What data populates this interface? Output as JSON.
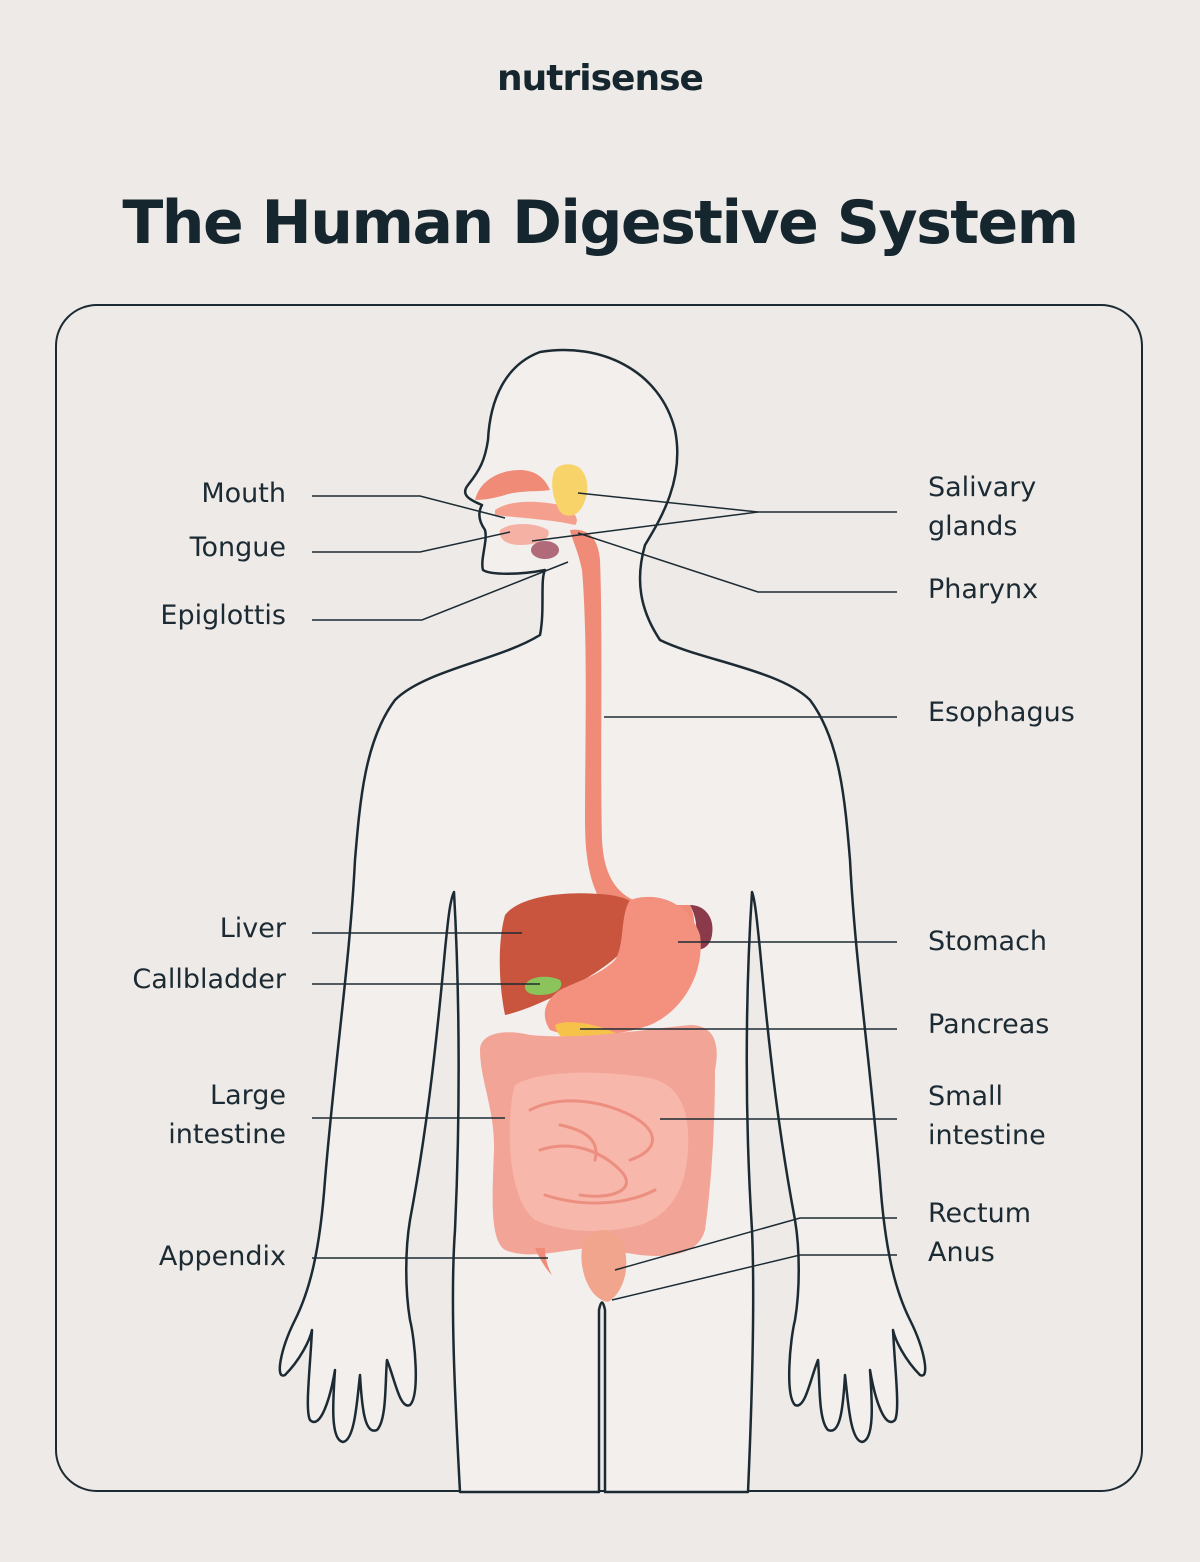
{
  "brand": "nutrisense",
  "title": "The Human Digestive System",
  "labels": {
    "mouth": "Mouth",
    "tongue": "Tongue",
    "epiglottis": "Epiglottis",
    "liver": "Liver",
    "gallbladder": "Callbladder",
    "large_intestine_1": "Large",
    "large_intestine_2": "intestine",
    "appendix": "Appendix",
    "salivary_1": "Salivary",
    "salivary_2": "glands",
    "pharynx": "Pharynx",
    "esophagus": "Esophagus",
    "stomach": "Stomach",
    "pancreas": "Pancreas",
    "small_intestine_1": "Small",
    "small_intestine_2": "intestine",
    "rectum": "Rectum",
    "anus": "Anus"
  },
  "colors": {
    "background": "#eeeae7",
    "outline": "#1c2b33",
    "organ": "#f08b78",
    "liver": "#c9553f",
    "gallbladder": "#8ac45a",
    "pancreas": "#f6c24a",
    "salivary": "#f7d36a",
    "intestine": "#f2a596",
    "spleen": "#8a3a4a"
  }
}
